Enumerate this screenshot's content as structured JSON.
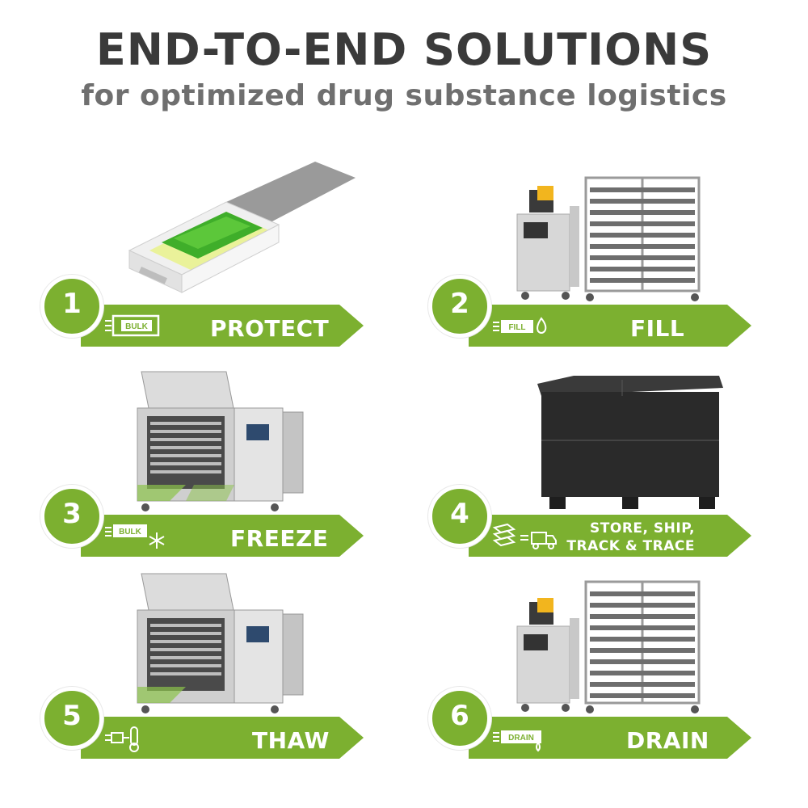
{
  "header": {
    "title": "END-TO-END SOLUTIONS",
    "subtitle": "for optimized drug substance logistics"
  },
  "colors": {
    "accent": "#7cb030",
    "title": "#3a3a3a",
    "subtitle": "#6f6f6f"
  },
  "steps": [
    {
      "number": "1",
      "label": "PROTECT",
      "icon": "bulk-bag-icon",
      "icon_text": "BULK"
    },
    {
      "number": "2",
      "label": "FILL",
      "icon": "fill-drop-icon",
      "icon_text": "FILL"
    },
    {
      "number": "3",
      "label": "FREEZE",
      "icon": "bulk-snowflake-icon",
      "icon_text": "BULK"
    },
    {
      "number": "4",
      "label_line1": "STORE, SHIP,",
      "label_line2": "TRACK & TRACE",
      "icon": "stack-truck-icon"
    },
    {
      "number": "5",
      "label": "THAW",
      "icon": "thermometer-plug-icon"
    },
    {
      "number": "6",
      "label": "DRAIN",
      "icon": "drain-drop-icon",
      "icon_text": "DRAIN"
    }
  ]
}
